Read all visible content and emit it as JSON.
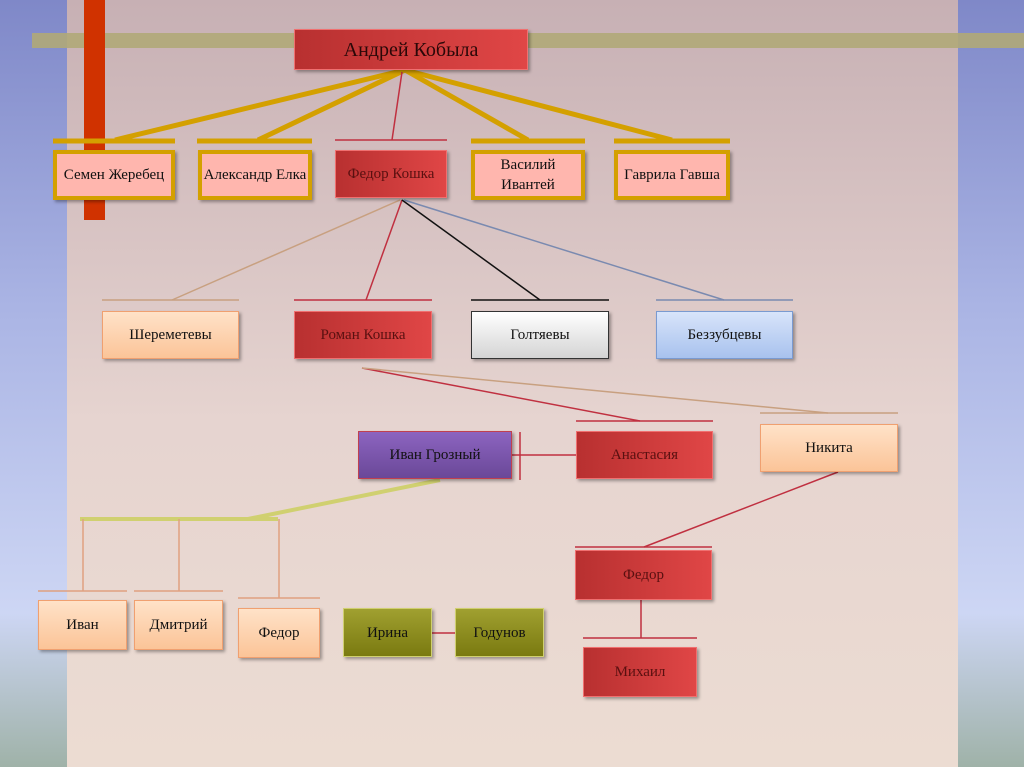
{
  "root": "Андрей Кобыла",
  "gen1": [
    "Семен Жеребец",
    "Александр Елка",
    "Федор Кошка",
    "Василий Ивантей",
    "Гаврила Гавша"
  ],
  "gen2": [
    "Шереметевы",
    "Роман Кошка",
    "Голтяевы",
    "Беззубцевы"
  ],
  "gen3": {
    "ivan": "Иван Грозный",
    "anastasia": "Анастасия",
    "nikita": "Никита"
  },
  "gen4": {
    "ivan": "Иван",
    "dmitry": "Дмитрий",
    "fedor": "Федор",
    "irina": "Ирина",
    "godunov": "Годунов",
    "fedor2": "Федор",
    "mikhail": "Михаил"
  }
}
